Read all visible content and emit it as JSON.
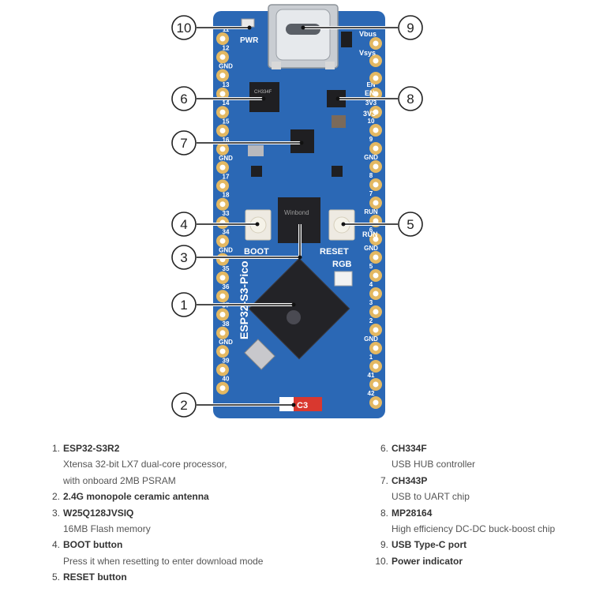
{
  "board": {
    "name": "ESP32-S3-Pico",
    "silk": {
      "pwr": "PWR",
      "vbus": "Vbus",
      "vsys": "Vsys",
      "en": "EN",
      "v3v3": "3V3",
      "run": "RUN",
      "boot": "BOOT",
      "reset": "RESET",
      "rgb": "RGB",
      "c3": "C3",
      "chip_ch334": "CH334F",
      "chip_flash": "Winbond"
    },
    "left_pins": [
      "11",
      "12",
      "GND",
      "13",
      "14",
      "15",
      "16",
      "GND",
      "17",
      "18",
      "33",
      "34",
      "GND",
      "35",
      "36",
      "37",
      "38",
      "GND",
      "39",
      "40"
    ],
    "right_pins": [
      "Vbus",
      "Vsys",
      "GND",
      "EN",
      "3V3",
      "10",
      "9",
      "GND",
      "8",
      "7",
      "RUN",
      "6",
      "GND",
      "5",
      "4",
      "3",
      "2",
      "GND",
      "1",
      "41",
      "42"
    ]
  },
  "callouts": [
    "1",
    "2",
    "3",
    "4",
    "5",
    "6",
    "7",
    "8",
    "9",
    "10"
  ],
  "components": [
    {
      "num": "1.",
      "name": "ESP32-S3R2",
      "desc": [
        "Xtensa 32-bit LX7 dual-core processor,",
        "with onboard 2MB PSRAM"
      ]
    },
    {
      "num": "2.",
      "name": "2.4G monopole ceramic antenna",
      "desc": []
    },
    {
      "num": "3.",
      "name": "W25Q128JVSIQ",
      "desc": [
        "16MB Flash memory"
      ]
    },
    {
      "num": "4.",
      "name": "BOOT button",
      "desc": [
        "Press it when resetting to enter download mode"
      ]
    },
    {
      "num": "5.",
      "name": "RESET button",
      "desc": []
    },
    {
      "num": "6.",
      "name": "CH334F",
      "desc": [
        "USB HUB controller"
      ]
    },
    {
      "num": "7.",
      "name": "CH343P",
      "desc": [
        "USB to UART chip"
      ]
    },
    {
      "num": "8.",
      "name": "MP28164",
      "desc": [
        "High efficiency DC-DC buck-boost chip"
      ]
    },
    {
      "num": "9.",
      "name": "USB Type-C port",
      "desc": []
    },
    {
      "num": "10.",
      "name": "Power indicator",
      "desc": []
    }
  ]
}
